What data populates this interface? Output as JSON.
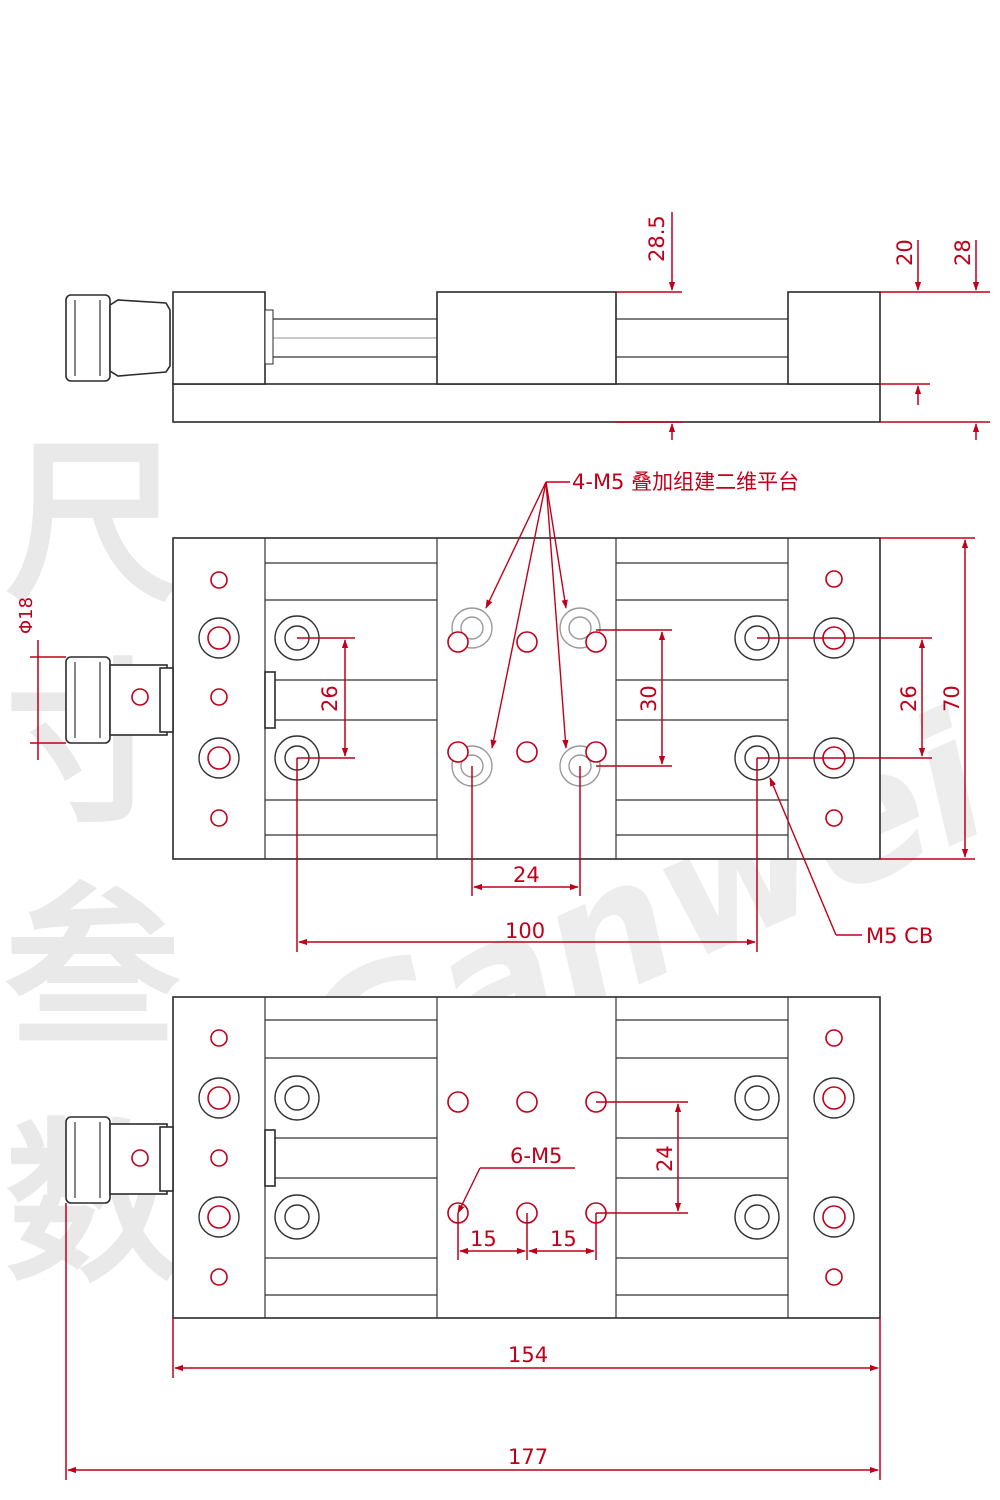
{
  "watermark": {
    "cn_chars": [
      "尺",
      "寸",
      "叁",
      "数"
    ],
    "brand": "Ganwei",
    "registered": "®"
  },
  "side_view": {
    "dims": {
      "d1": "28.5",
      "d2": "20",
      "d3": "28"
    }
  },
  "top_view": {
    "callout": "4-M5 叠加组建二维平台",
    "dims": {
      "phi": "Φ18",
      "left_26": "26",
      "center_30": "30",
      "right_26": "26",
      "height": "70",
      "pitch_24": "24",
      "span_100": "100"
    },
    "cb_label": "M5 CB"
  },
  "bottom_view": {
    "callout": "6-M5",
    "dims": {
      "v24": "24",
      "h15_left": "15",
      "h15_right": "15",
      "width_154": "154",
      "width_177": "177"
    }
  },
  "colors": {
    "dimension": "#c0001a",
    "outline": "#2b2b2b"
  }
}
